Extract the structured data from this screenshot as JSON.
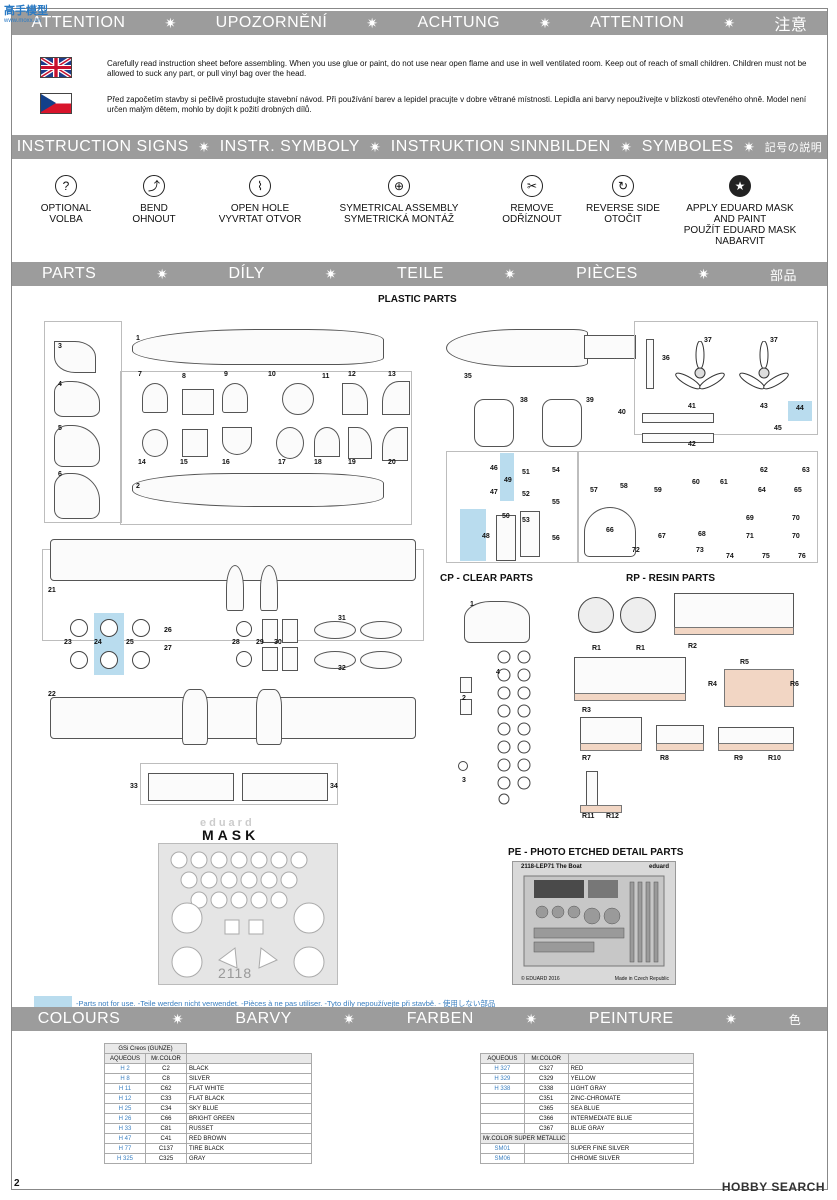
{
  "watermark": {
    "top_left": "高手模型",
    "top_left_sub": "www.moxx.cn",
    "bottom_right": "HOBBY SEARCH"
  },
  "attention_band": [
    "ATTENTION",
    "UPOZORNĚNÍ",
    "ACHTUNG",
    "ATTENTION",
    "注意"
  ],
  "warnings": {
    "en": "Carefully read instruction sheet before assembling. When you use glue or paint, do not use near open flame and use in well ventilated room. Keep out of reach of small children. Children must not be allowed to suck any part, or pull vinyl bag over the head.",
    "cz": "Před započetím stavby si pečlivě prostudujte stavební návod. Při používání barev a lepidel pracujte v dobre větrané místnosti. Lepidla ani barvy nepoužívejte v blízkosti otevřeného ohně. Model není určen malým dětem, mohlo by dojít k požití drobných dílů."
  },
  "signs_band": [
    "INSTRUCTION SIGNS",
    "INSTR. SYMBOLY",
    "INSTRUKTION SINNBILDEN",
    "SYMBOLES",
    "記号の説明"
  ],
  "signs": [
    {
      "icon": "question-icon",
      "glyph": "?",
      "label1": "OPTIONAL",
      "label2": "VOLBA"
    },
    {
      "icon": "bend-icon",
      "glyph": "⤴",
      "label1": "BEND",
      "label2": "OHNOUT"
    },
    {
      "icon": "drill-icon",
      "glyph": "⌇",
      "label1": "OPEN HOLE",
      "label2": "VYVRTAT OTVOR"
    },
    {
      "icon": "symmetric-icon",
      "glyph": "⊕",
      "label1": "SYMETRICAL ASSEMBLY",
      "label2": "SYMETRICKÁ MONTÁŽ"
    },
    {
      "icon": "cut-icon",
      "glyph": "✂",
      "label1": "REMOVE",
      "label2": "ODŘÍZNOUT"
    },
    {
      "icon": "reverse-icon",
      "glyph": "↻",
      "label1": "REVERSE SIDE",
      "label2": "OTOČIT"
    },
    {
      "icon": "mask-icon",
      "glyph": "★",
      "label1": "APPLY EDUARD MASK",
      "label2": "AND PAINT",
      "label3": "POUŽÍT EDUARD MASK",
      "label4": "NABARVIT"
    }
  ],
  "parts_band": [
    "PARTS",
    "DÍLY",
    "TEILE",
    "PIÈCES",
    "部品"
  ],
  "sections": {
    "plastic": "PLASTIC PARTS",
    "clear": "CP - CLEAR PARTS",
    "resin": "RP - RESIN PARTS",
    "pe": "PE - PHOTO ETCHED DETAIL PARTS",
    "mask_brand": "eduard",
    "mask_title": "MASK",
    "mask_number": "2118",
    "pe_header": "2118-LEP71 The Boat",
    "pe_brand": "eduard",
    "pe_footer_left": "© EDUARD 2016",
    "pe_footer_right": "Made in Czech Republic"
  },
  "part_numbers": {
    "left": [
      "1",
      "2",
      "3",
      "4",
      "5",
      "6",
      "7",
      "8",
      "9",
      "10",
      "11",
      "12",
      "13",
      "14",
      "15",
      "16",
      "17",
      "18",
      "19",
      "20",
      "21",
      "22",
      "23",
      "24",
      "25",
      "26",
      "27",
      "28",
      "29",
      "30",
      "31",
      "32",
      "33",
      "34"
    ],
    "right": [
      "35",
      "36",
      "37",
      "37",
      "38",
      "39",
      "40",
      "41",
      "42",
      "43",
      "44",
      "45",
      "46",
      "47",
      "48",
      "49",
      "50",
      "51",
      "52",
      "53",
      "54",
      "55",
      "56",
      "57",
      "58",
      "59",
      "60",
      "61",
      "62",
      "63",
      "64",
      "65",
      "66",
      "67",
      "68",
      "69",
      "70",
      "71",
      "72",
      "73",
      "74",
      "75",
      "76",
      "70"
    ],
    "clear": [
      "1",
      "2",
      "3",
      "4"
    ],
    "resin": [
      "R1",
      "R1",
      "R2",
      "R3",
      "R4",
      "R5",
      "R6",
      "R7",
      "R8",
      "R9",
      "R10",
      "R11",
      "R12"
    ]
  },
  "legend_note": "-Parts not for use. -Teile werden nicht verwendet. -Pièces à ne pas utiliser. -Tyto díly nepoužívejte při stavbě. -   使用しない部品",
  "colours_band": [
    "COLOURS",
    "BARVY",
    "FARBEN",
    "PEINTURE",
    "色"
  ],
  "colour_table_left": {
    "caption": "GSi Creos (GUNZE)",
    "headers": [
      "AQUEOUS",
      "Mr.COLOR"
    ],
    "rows": [
      [
        "H 2",
        "C2",
        "BLACK"
      ],
      [
        "H 8",
        "C8",
        "SILVER"
      ],
      [
        "H 11",
        "C62",
        "FLAT WHITE"
      ],
      [
        "H 12",
        "C33",
        "FLAT BLACK"
      ],
      [
        "H 25",
        "C34",
        "SKY BLUE"
      ],
      [
        "H 26",
        "C66",
        "BRIGHT GREEN"
      ],
      [
        "H 33",
        "C81",
        "RUSSET"
      ],
      [
        "H 47",
        "C41",
        "RED BROWN"
      ],
      [
        "H 77",
        "C137",
        "TIRE BLACK"
      ],
      [
        "H 325",
        "C325",
        "GRAY"
      ]
    ]
  },
  "colour_table_right": {
    "headers": [
      "AQUEOUS",
      "Mr.COLOR"
    ],
    "rows": [
      [
        "H 327",
        "C327",
        "RED"
      ],
      [
        "H 329",
        "C329",
        "YELLOW"
      ],
      [
        "H 338",
        "C338",
        "LIGHT GRAY"
      ],
      [
        "",
        "C351",
        "ZINC-CHROMATE"
      ],
      [
        "",
        "C365",
        "SEA BLUE"
      ],
      [
        "",
        "C366",
        "INTERMEDIATE BLUE"
      ],
      [
        "",
        "C367",
        "BLUE GRAY"
      ]
    ],
    "metallic_caption": "Mr.COLOR SUPER METALLIC",
    "metallic_rows": [
      [
        "SM01",
        "SUPER FINE SILVER"
      ],
      [
        "SM06",
        "CHROME SILVER"
      ]
    ]
  },
  "page_number": "2"
}
